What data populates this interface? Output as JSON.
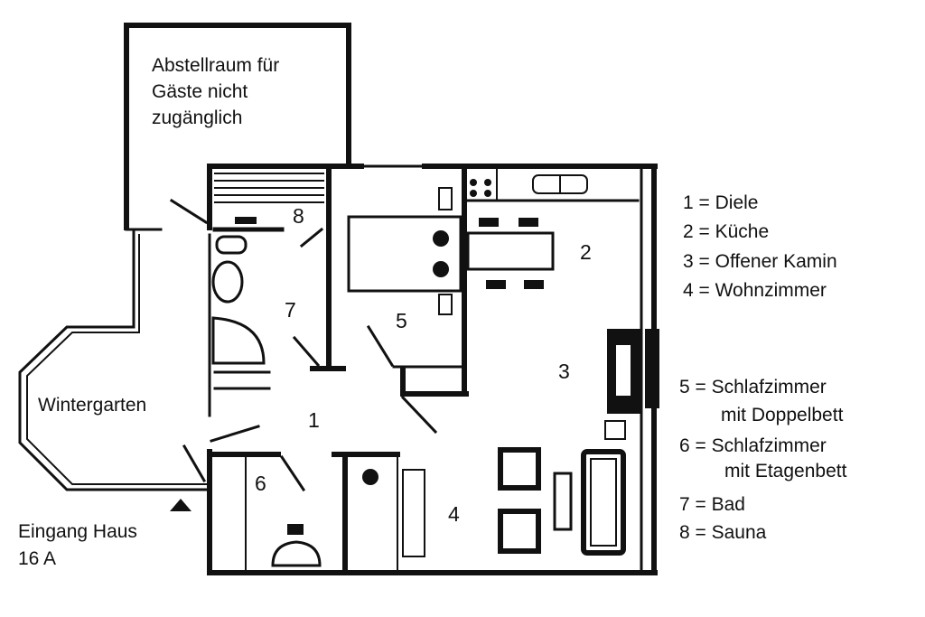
{
  "storage": {
    "line1": "Abstellraum für",
    "line2": "Gäste nicht",
    "line3": "zugänglich"
  },
  "wintergarden_label": "Wintergarten",
  "entrance": {
    "line1": "Eingang Haus",
    "line2": "16 A"
  },
  "room_numbers": {
    "r1": "1",
    "r2": "2",
    "r3": "3",
    "r4": "4",
    "r5": "5",
    "r6": "6",
    "r7": "7",
    "r8": "8"
  },
  "legend": {
    "l1": "1 = Diele",
    "l2": "2 = Küche",
    "l3": "3 = Offener Kamin",
    "l4": "4 = Wohnzimmer",
    "l5a": "5 = Schlafzimmer",
    "l5b": "mit Doppelbett",
    "l6a": "6 = Schlafzimmer",
    "l6b": "mit Etagenbett",
    "l7": "7 = Bad",
    "l8": "8 = Sauna"
  },
  "colors": {
    "ink": "#111111",
    "paper": "#ffffff"
  }
}
